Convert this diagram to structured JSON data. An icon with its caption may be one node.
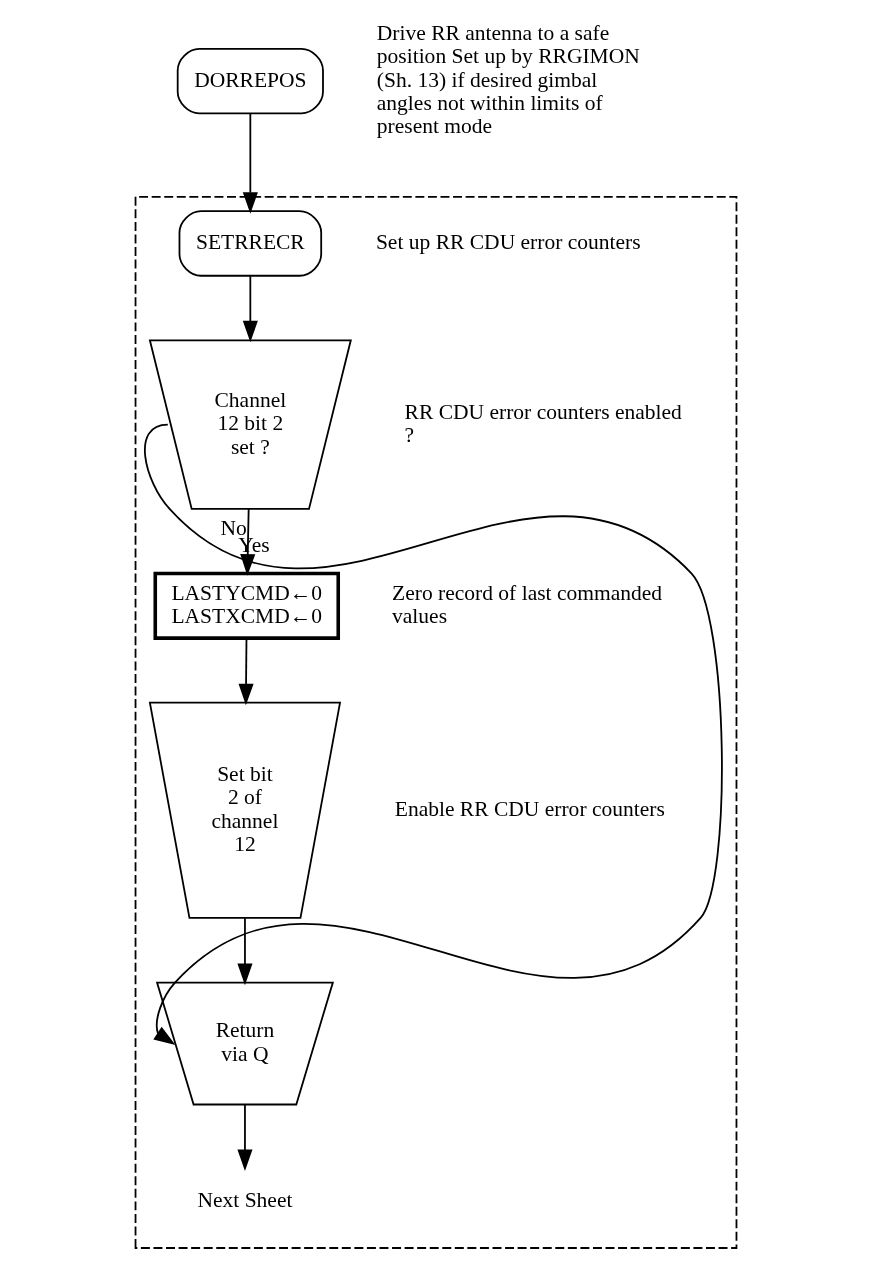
{
  "diagram": {
    "nodes": [
      {
        "text": [
          "DORREPOS"
        ],
        "beside": [
          "Drive RR antenna to a safe position Set up by RRGIMON (Sh. 13) if desired gimbal angles not within limits of present mode"
        ]
      },
      {
        "text": [],
        "shape": "box"
      },
      {
        "text": [
          "SETRRECR"
        ],
        "in": 1,
        "beside": [
          "Set up RR CDU error counters"
        ]
      },
      {
        "text": [
          "Channel 12 bit 2 set ?"
        ],
        "in": 1,
        "beside": [
          "RR CDU error counters enabled ?"
        ]
      },
      {
        "text": [
          "LASTYCMD←0 LASTXCMD←0"
        ],
        "in": 1,
        "beside": [
          "Zero record of last commanded values"
        ]
      },
      {
        "text": [
          "Set bit 2 of channel 12"
        ],
        "in": 1,
        "beside": [
          "Enable RR CDU error counters"
        ]
      },
      {
        "text": [
          "Return via Q"
        ],
        "in": 1
      },
      {
        "text": [
          "Next Sheet"
        ],
        "in": 1
      }
    ],
    "edges": [
      {
        "from": 0,
        "to": 2,
        "arrow": "to"
      },
      {
        "from": 2,
        "to": 3,
        "arrow": "to"
      },
      {
        "from": 3,
        "to": 4,
        "arrow": "to",
        "label": "No"
      },
      {
        "from": 4,
        "to": 5,
        "arrow": "to"
      },
      {
        "from": 5,
        "to": 6,
        "arrow": "to"
      },
      {
        "from": 3,
        "to": 6,
        "arrow": "to",
        "label": "Yes"
      },
      {
        "from": 6,
        "to": 7,
        "arrow": "to"
      }
    ]
  }
}
